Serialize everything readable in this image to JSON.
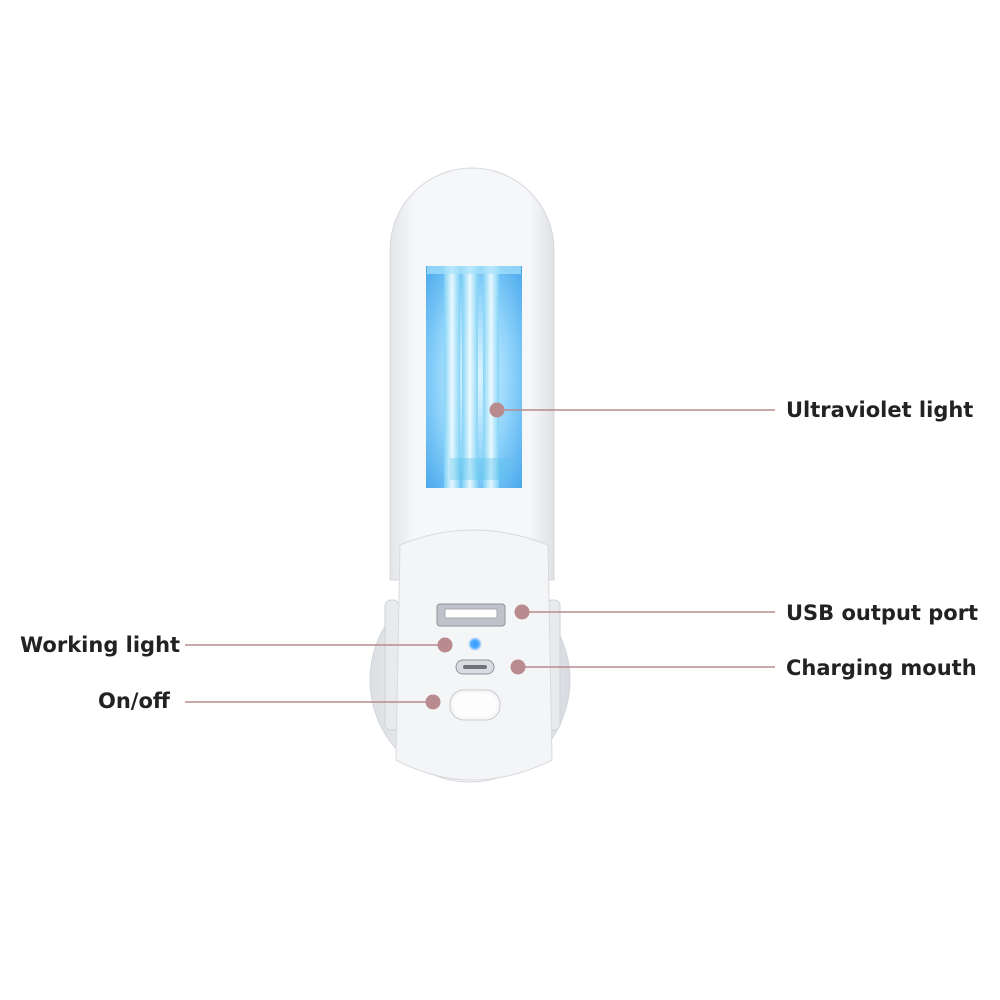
{
  "callouts": [
    {
      "id": "ultraviolet-light",
      "label": "Ultraviolet light"
    },
    {
      "id": "usb-output-port",
      "label": "USB output port"
    },
    {
      "id": "charging-mouth",
      "label": "Charging mouth"
    },
    {
      "id": "working-light",
      "label": "Working light"
    },
    {
      "id": "on-off",
      "label": "On/off"
    }
  ],
  "colors": {
    "callout_dot": "#b98a8e",
    "callout_line": "#b98a8e",
    "label_text": "#222222",
    "device_body": "#f3f4f6",
    "uv_glow": "#5fb6ee",
    "indicator_led": "#3aa0ff"
  }
}
